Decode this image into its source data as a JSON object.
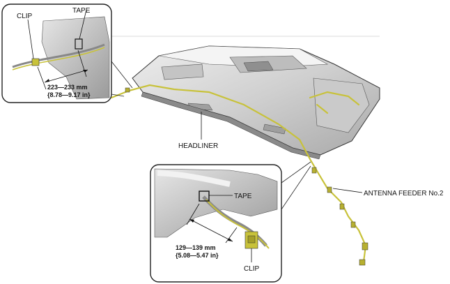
{
  "labels": {
    "headliner": "HEADLINER",
    "antenna_feeder": "ANTENNA FEEDER No.2"
  },
  "inset_top": {
    "clip_label": "CLIP",
    "tape_label": "TAPE",
    "dimension_mm": "223—233 mm",
    "dimension_in": "{8.78—9.17 in}"
  },
  "inset_bottom": {
    "clip_label": "CLIP",
    "tape_label": "TAPE",
    "dimension_mm": "129—139 mm",
    "dimension_in": "{5.08—5.47 in}"
  },
  "colors": {
    "harness": "#c8c23a",
    "headliner_fill": "#d6d6d6",
    "outline": "#222222"
  }
}
